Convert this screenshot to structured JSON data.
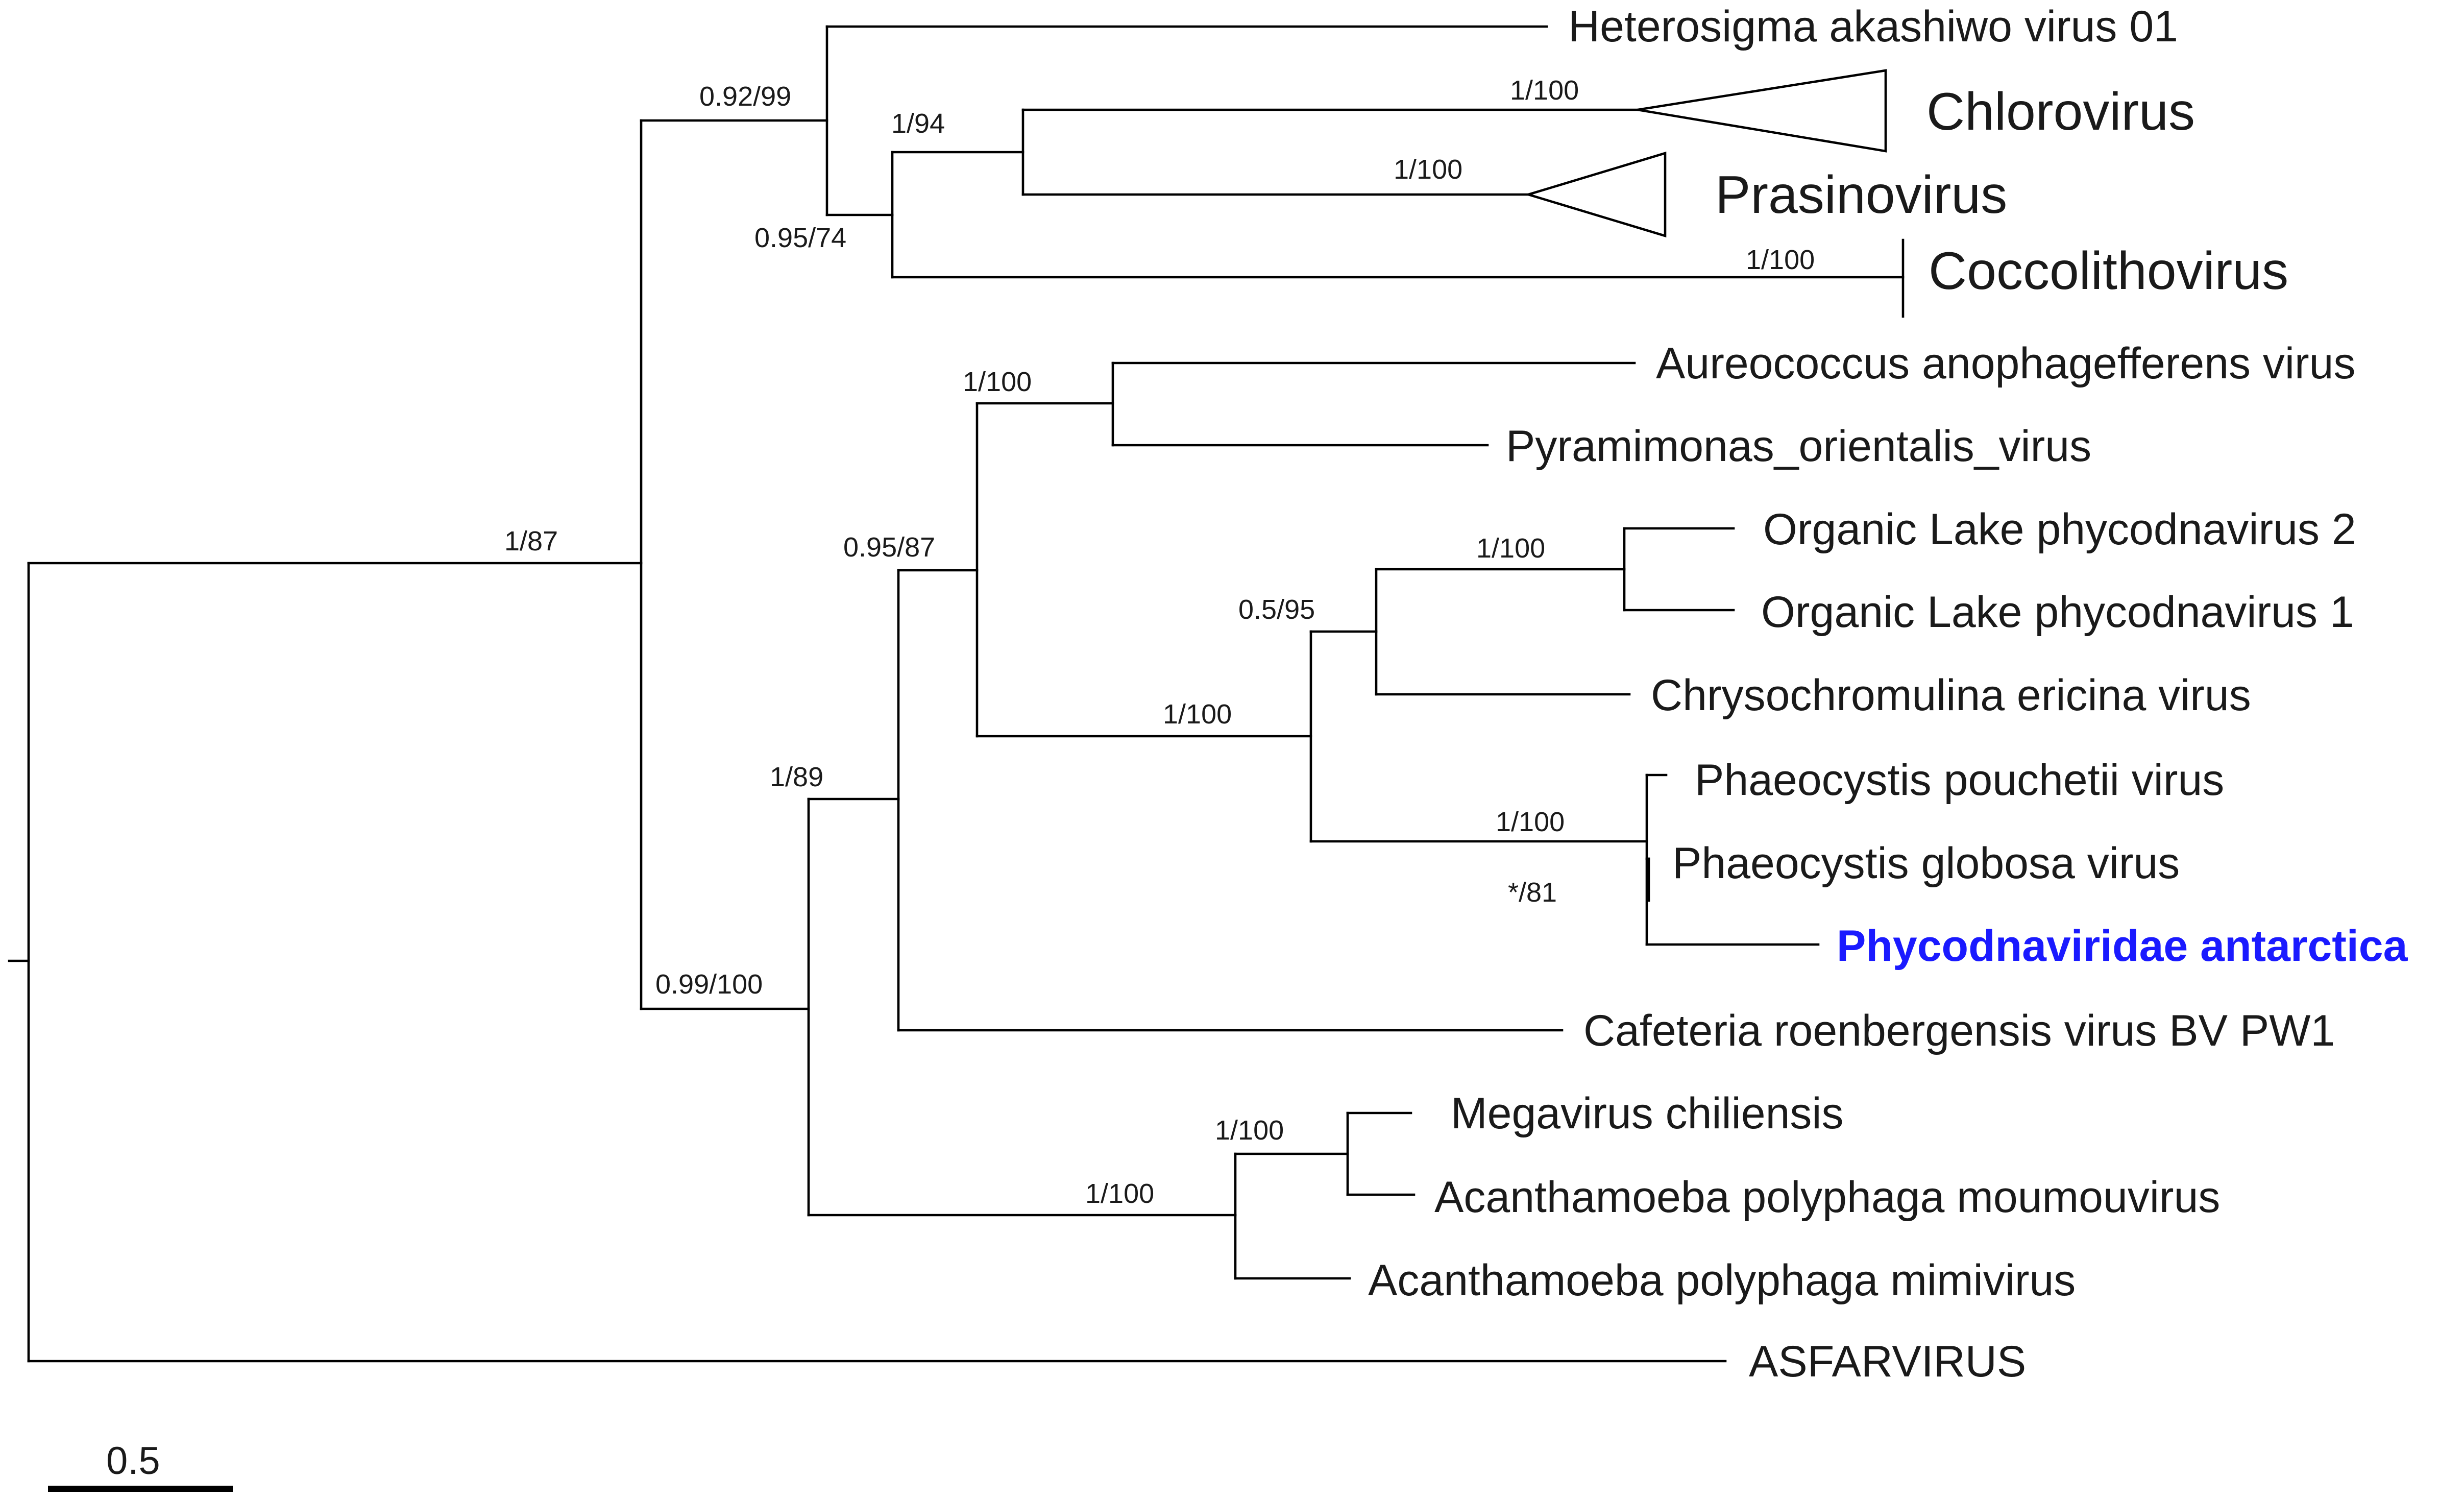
{
  "tree": {
    "highlight_color": "#1a1aff",
    "tips": {
      "heterosigma": "Heterosigma akashiwo virus 01",
      "chlorovirus": "Chlorovirus",
      "prasinovirus": "Prasinovirus",
      "coccolithovirus": "Coccolithovirus",
      "aureococcus": "Aureococcus anophagefferens virus",
      "pyramimonas": "Pyramimonas_orientalis_virus",
      "olpv2": "Organic Lake phycodnavirus 2",
      "olpv1": "Organic Lake phycodnavirus 1",
      "chrysochromulina": "Chrysochromulina ericina virus",
      "pouchetii": "Phaeocystis pouchetii virus",
      "globosa": "Phaeocystis globosa virus",
      "antarctica": "Phycodnaviridae antarctica",
      "cafeteria": "Cafeteria roenbergensis virus BV PW1",
      "megavirus": "Megavirus chiliensis",
      "moumouvirus": "Acanthamoeba polyphaga moumouvirus",
      "mimivirus": "Acanthamoeba polyphaga mimivirus",
      "asfarvirus": "ASFARVIRUS"
    },
    "support": {
      "root_ingroup": "1/87",
      "upper_clade": "0.92/99",
      "prasino_chloro_cocco": "0.95/74",
      "prasino_chloro": "1/94",
      "chlorovirus": "1/100",
      "prasinovirus": "1/100",
      "coccolithovirus": "1/100",
      "lower_clade": "0.99/100",
      "phyco_clade": "1/89",
      "aureo_pyra_group": "0.95/87",
      "aureo_pyra": "1/100",
      "olpv_phaeo_group": "1/100",
      "olpv_chryso": "0.5/95",
      "olpv": "1/100",
      "phaeocystis": "1/100",
      "globosa_antarctica": "*/81",
      "mimiviridae": "1/100",
      "mega_moumou": "1/100"
    },
    "scale": {
      "label": "0.5"
    }
  }
}
